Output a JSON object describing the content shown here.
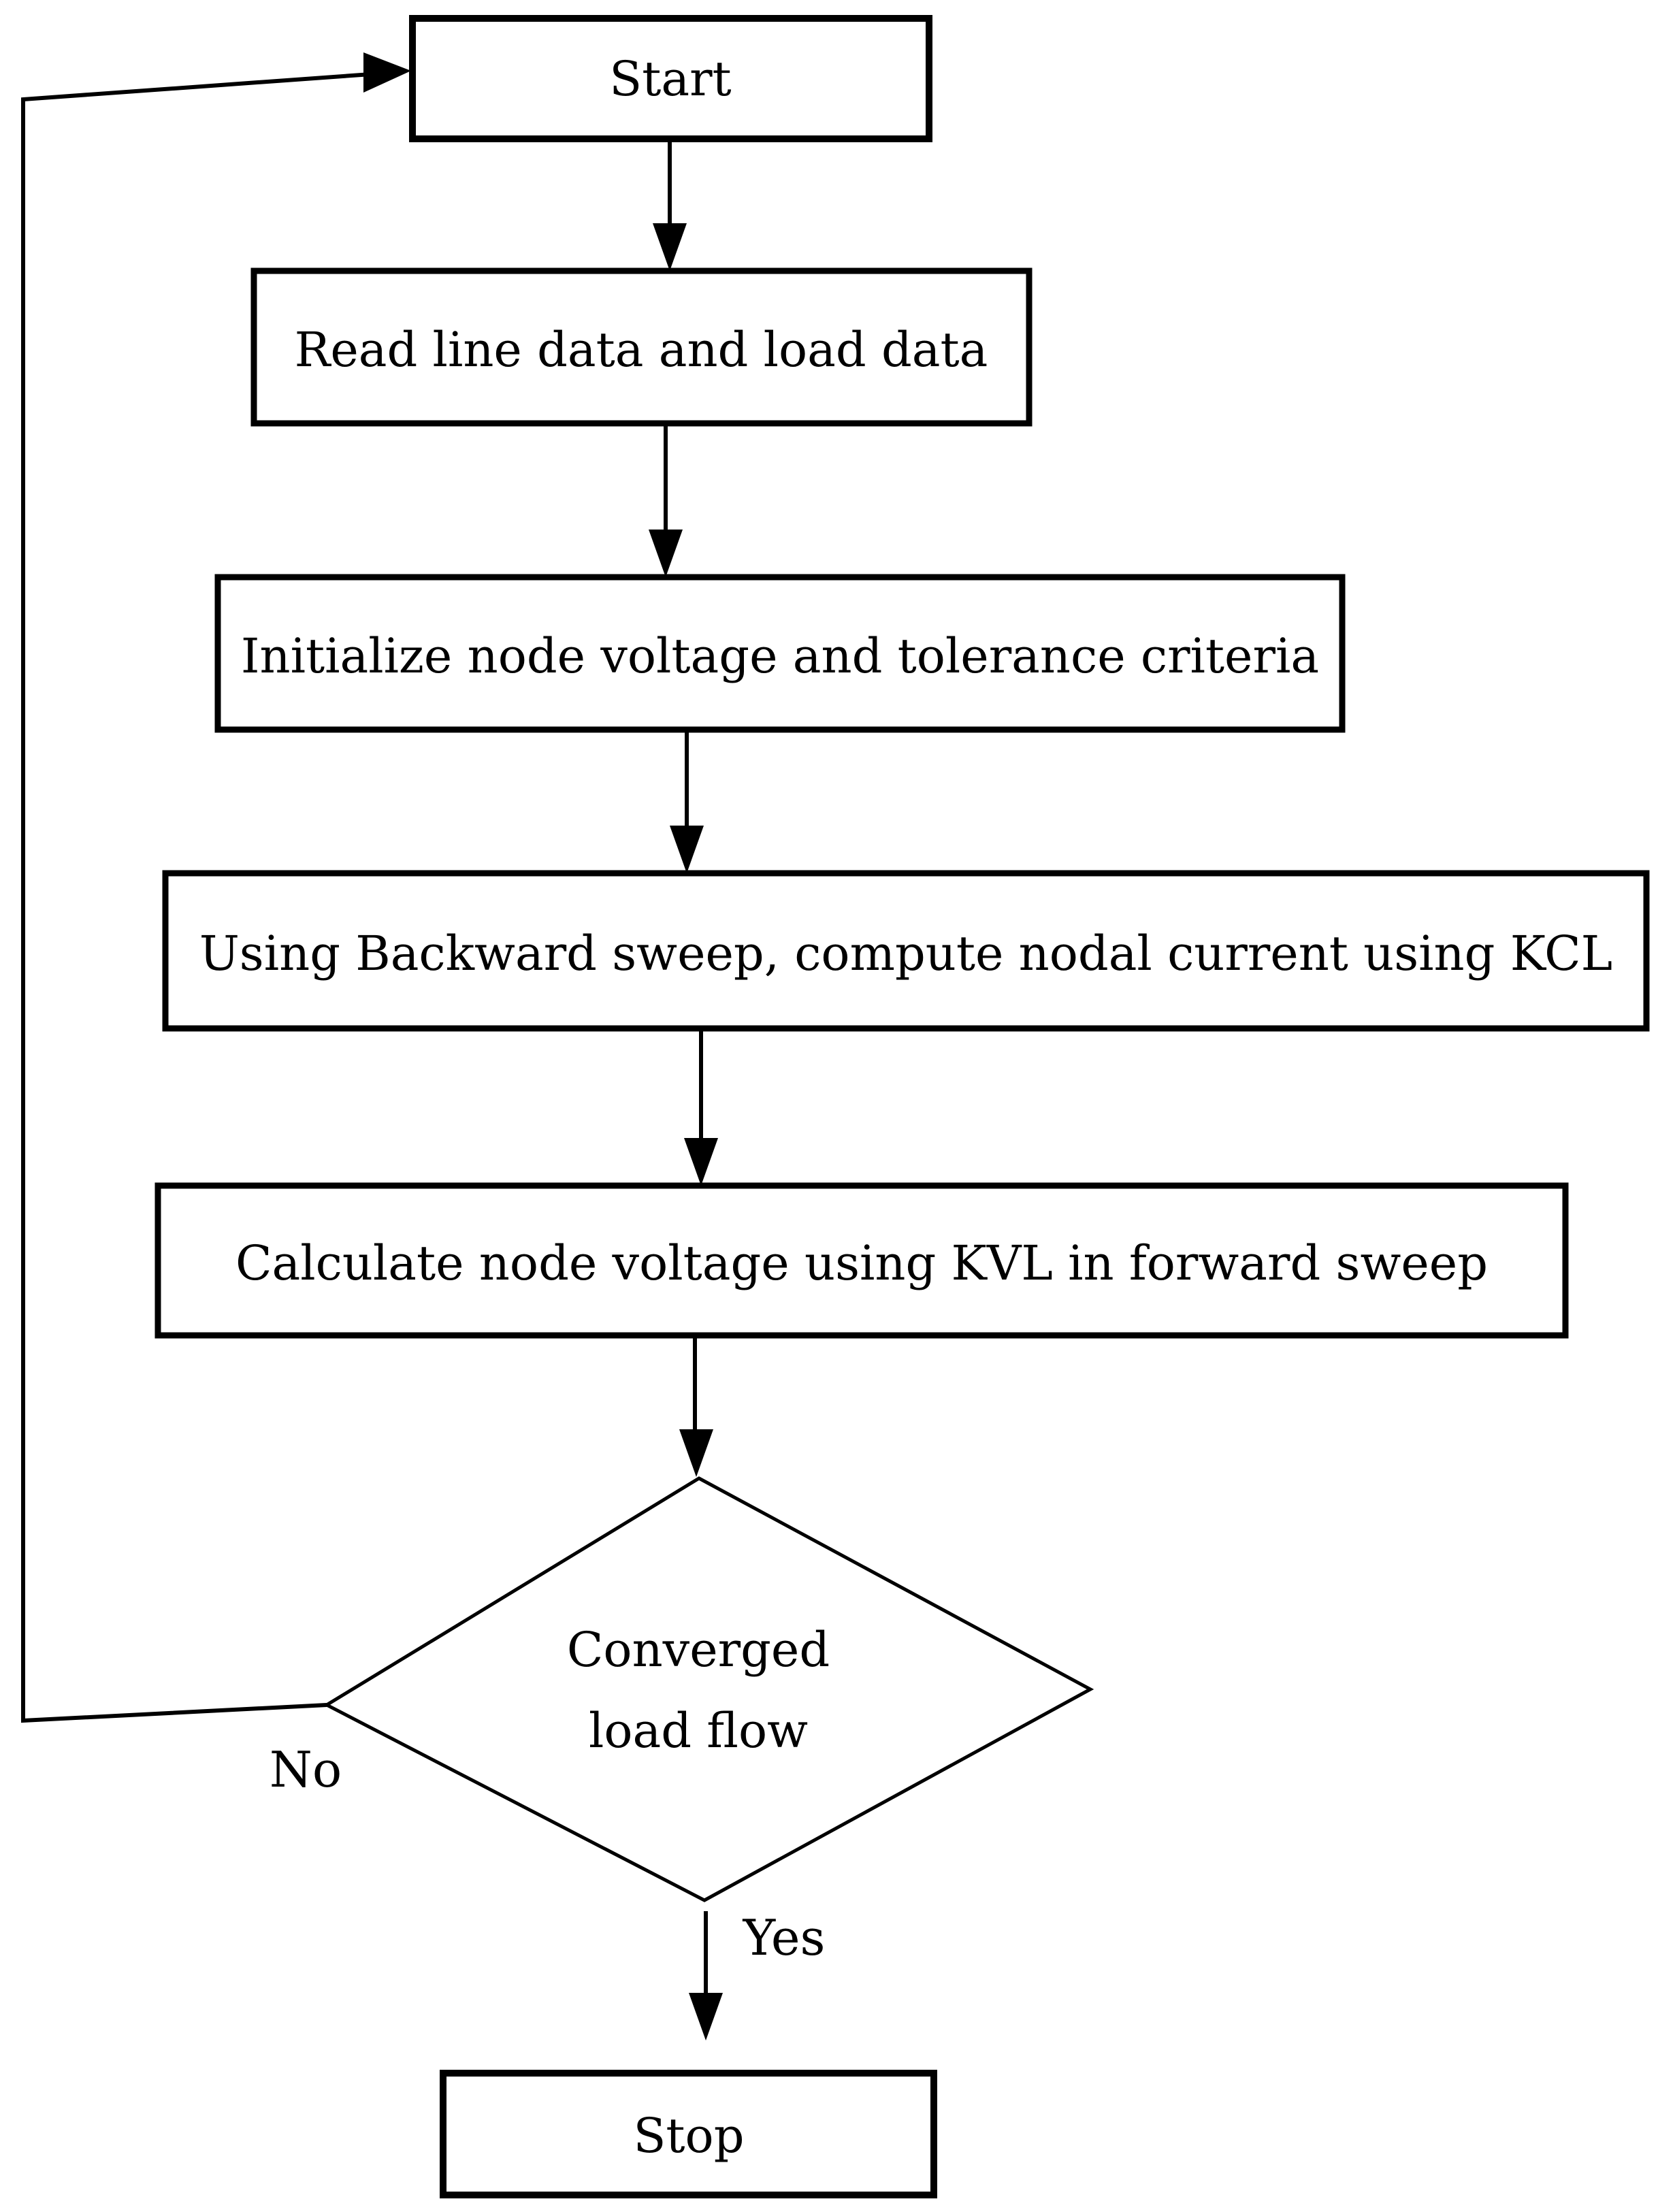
{
  "diagram": {
    "type": "flowchart",
    "background_color": "#ffffff",
    "stroke_color": "#000000",
    "text_color": "#000000",
    "nodes": [
      {
        "id": "start",
        "shape": "rectangle",
        "label": "Start"
      },
      {
        "id": "read-data",
        "shape": "rectangle",
        "label": "Read line data and load data"
      },
      {
        "id": "initialize",
        "shape": "rectangle",
        "label": "Initialize node voltage and tolerance criteria"
      },
      {
        "id": "backward-sweep",
        "shape": "rectangle",
        "label": "Using Backward sweep, compute nodal current using KCL"
      },
      {
        "id": "forward-sweep",
        "shape": "rectangle",
        "label": "Calculate node voltage using KVL in forward sweep"
      },
      {
        "id": "converged",
        "shape": "diamond",
        "label_lines": [
          "Converged",
          "load flow"
        ]
      },
      {
        "id": "stop",
        "shape": "rectangle",
        "label": "Stop"
      }
    ],
    "edges": [
      {
        "from": "start",
        "to": "read-data",
        "label": ""
      },
      {
        "from": "read-data",
        "to": "initialize",
        "label": ""
      },
      {
        "from": "initialize",
        "to": "backward-sweep",
        "label": ""
      },
      {
        "from": "backward-sweep",
        "to": "forward-sweep",
        "label": ""
      },
      {
        "from": "forward-sweep",
        "to": "converged",
        "label": ""
      },
      {
        "from": "converged",
        "to": "stop",
        "label": "Yes"
      },
      {
        "from": "converged",
        "to": "start",
        "label": "No"
      }
    ]
  }
}
